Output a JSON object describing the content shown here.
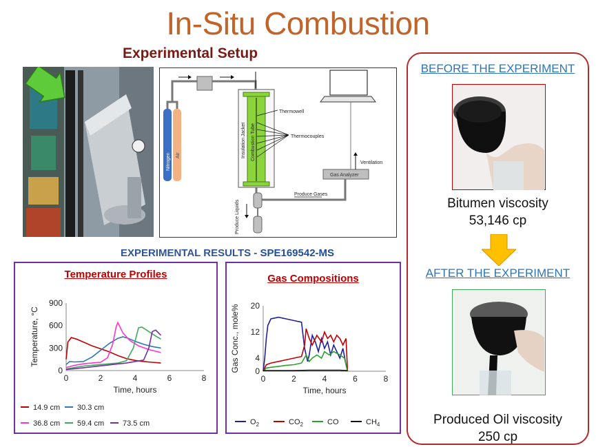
{
  "title": "In-Situ Combustion",
  "subtitle": "Experimental Setup",
  "schematic": {
    "labels": {
      "nitrogen": "Nitrogen",
      "air": "Air",
      "insulation": "Insulation Jacket",
      "tube": "Combustion Tube",
      "thermowell": "Thermowell",
      "thermocouples": "Thermocouples",
      "ventilation": "Ventilation",
      "analyzer": "Gas Analyzer",
      "produce_gases": "Produce Gases",
      "produce_liquids": "Produce Liquids"
    }
  },
  "results": {
    "label": "EXPERIMENTAL RESULTS - ",
    "ref": "SPE169542-MS"
  },
  "colors": {
    "title": "#c0642a",
    "panel_border": "#7030a0",
    "right_border": "#b02a2a",
    "tube_green": "#8cd43c"
  },
  "temp_chart": {
    "title": "Temperature Profiles",
    "chart_data": {
      "type": "line",
      "xlabel": "Time, hours",
      "ylabel": "Temperature, °C",
      "xlim": [
        0,
        8
      ],
      "ylim": [
        0,
        900
      ],
      "xticks": [
        "0",
        "2",
        "4",
        "6",
        "8"
      ],
      "yticks": [
        "0",
        "300",
        "600",
        "900"
      ],
      "series": [
        {
          "name": "14.9 cm",
          "color": "#c00000",
          "x": [
            0,
            0.1,
            0.3,
            0.6,
            1.0,
            1.5,
            2.0,
            2.5,
            3.0,
            3.5,
            4.0,
            4.5,
            5.0,
            5.5
          ],
          "y": [
            150,
            380,
            440,
            420,
            380,
            330,
            290,
            250,
            200,
            160,
            135,
            120,
            110,
            100
          ]
        },
        {
          "name": "30.3 cm",
          "color": "#2e75b6",
          "x": [
            0,
            0.2,
            0.5,
            1.0,
            1.5,
            2.0,
            2.5,
            3.0,
            3.3,
            3.6,
            4.0,
            4.5,
            5.0,
            5.5
          ],
          "y": [
            80,
            120,
            115,
            120,
            180,
            270,
            360,
            430,
            450,
            430,
            390,
            350,
            320,
            300
          ]
        },
        {
          "name": "36.8 cm",
          "color": "#ff33cc",
          "x": [
            0,
            0.5,
            1.0,
            1.5,
            2.0,
            2.4,
            2.7,
            2.9,
            3.0,
            3.3,
            3.7,
            4.2,
            4.8,
            5.5
          ],
          "y": [
            40,
            70,
            90,
            100,
            110,
            170,
            350,
            580,
            640,
            500,
            400,
            330,
            280,
            240
          ]
        },
        {
          "name": "59.4 cm",
          "color": "#3daa5a",
          "x": [
            0,
            0.5,
            1.0,
            2.0,
            3.0,
            3.5,
            3.9,
            4.2,
            4.4,
            4.8,
            5.2,
            5.5
          ],
          "y": [
            20,
            40,
            60,
            80,
            100,
            130,
            300,
            570,
            580,
            520,
            460,
            420
          ]
        },
        {
          "name": "73.5 cm",
          "color": "#7030a0",
          "x": [
            0,
            0.5,
            1.5,
            2.5,
            3.5,
            4.5,
            4.8,
            5.0,
            5.2,
            5.5
          ],
          "y": [
            15,
            25,
            50,
            75,
            100,
            140,
            300,
            520,
            540,
            470
          ]
        }
      ]
    }
  },
  "gas_chart": {
    "title": "Gas Compositions",
    "chart_data": {
      "type": "line",
      "xlabel": "Time, hours",
      "ylabel": "Gas Conc., mole%",
      "xlim": [
        0,
        8
      ],
      "ylim": [
        0,
        20
      ],
      "xticks": [
        "0",
        "2",
        "4",
        "6",
        "8"
      ],
      "yticks": [
        "0",
        "4",
        "12",
        "20"
      ],
      "series": [
        {
          "name": "O",
          "sub": "2",
          "color": "#1f1f99",
          "x": [
            0,
            0.1,
            0.2,
            0.3,
            0.5,
            1.0,
            1.5,
            2.0,
            2.5,
            2.7,
            2.9,
            3.0,
            3.2,
            3.4,
            3.6,
            3.8,
            4.0,
            4.2,
            4.4,
            4.6,
            4.8,
            5.0,
            5.2,
            5.4,
            5.5
          ],
          "y": [
            0,
            4,
            10,
            14,
            16,
            16.5,
            16,
            15.5,
            15,
            7,
            3,
            5,
            11,
            9,
            6,
            10,
            7,
            9,
            5,
            8,
            6,
            4,
            7,
            2,
            0
          ]
        },
        {
          "name": "CO",
          "sub": "2",
          "color": "#c00000",
          "x": [
            0,
            0.2,
            0.5,
            1.0,
            1.5,
            2.0,
            2.5,
            2.7,
            2.8,
            3.0,
            3.2,
            3.5,
            3.8,
            4.0,
            4.2,
            4.4,
            4.6,
            4.8,
            5.0,
            5.2,
            5.4,
            5.5
          ],
          "y": [
            0,
            2,
            2.5,
            3,
            3.5,
            4,
            4.5,
            8,
            13,
            10,
            8,
            11,
            9,
            12,
            10,
            11,
            9,
            11,
            10,
            8,
            10,
            0
          ]
        },
        {
          "name": "CO",
          "sub": "",
          "color": "#2ca02c",
          "x": [
            0,
            0.2,
            0.5,
            1.0,
            1.5,
            2.0,
            2.5,
            2.8,
            3.0,
            3.2,
            3.5,
            3.8,
            4.0,
            4.3,
            4.6,
            5.0,
            5.3,
            5.5
          ],
          "y": [
            0,
            1,
            1.2,
            1.5,
            1.8,
            2,
            2.5,
            5,
            3,
            4,
            5,
            4,
            6,
            5,
            6,
            5,
            4,
            0
          ]
        },
        {
          "name": "CH",
          "sub": "4",
          "color": "#111111",
          "x": [
            0,
            1,
            2,
            3,
            4,
            5,
            5.5
          ],
          "y": [
            0.2,
            0.2,
            0.2,
            0.3,
            0.3,
            0.3,
            0.2
          ]
        }
      ]
    }
  },
  "right": {
    "before_label": "BEFORE THE EXPERIMENT",
    "bitumen_text_1": "Bitumen viscosity",
    "bitumen_text_2": "53,146 cp",
    "after_label": "AFTER THE EXPERIMENT",
    "oil_text_1": "Produced Oil viscosity",
    "oil_text_2": "250 cp"
  }
}
